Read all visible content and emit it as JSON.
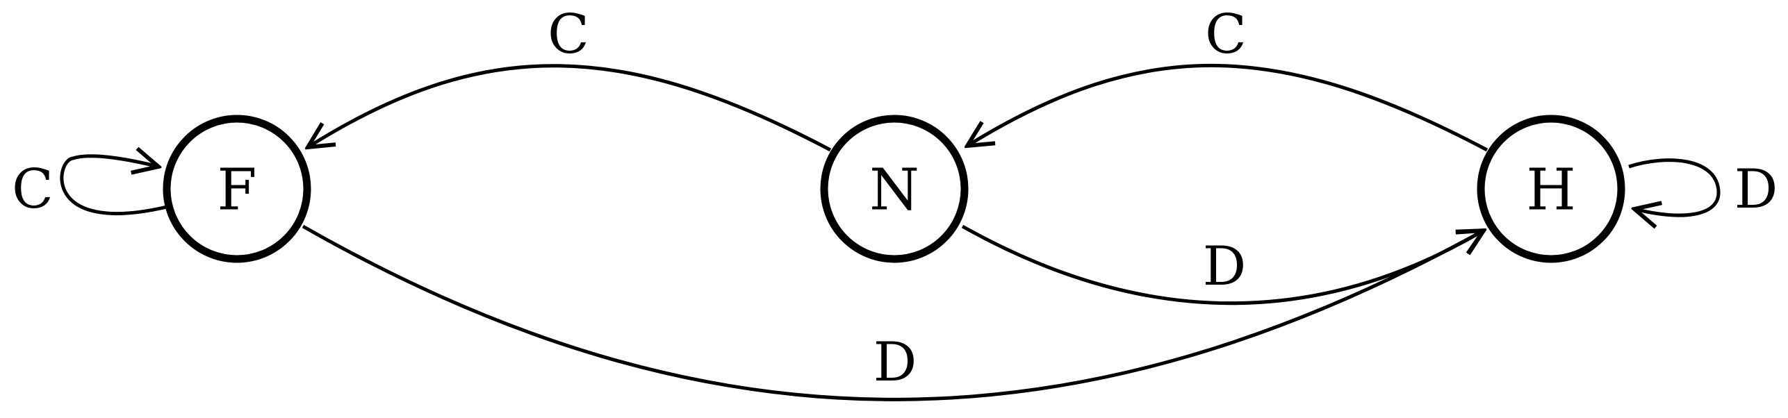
{
  "nodes": {
    "F": {
      "label": "F"
    },
    "N": {
      "label": "N"
    },
    "H": {
      "label": "H"
    }
  },
  "edges": {
    "f_self": {
      "from": "F",
      "to": "F",
      "label": "C"
    },
    "n_to_f": {
      "from": "N",
      "to": "F",
      "label": "C"
    },
    "h_to_n": {
      "from": "H",
      "to": "N",
      "label": "C"
    },
    "h_self": {
      "from": "H",
      "to": "H",
      "label": "D"
    },
    "n_to_h": {
      "from": "N",
      "to": "H",
      "label": "D"
    },
    "f_to_h": {
      "from": "F",
      "to": "H",
      "label": "D"
    }
  }
}
